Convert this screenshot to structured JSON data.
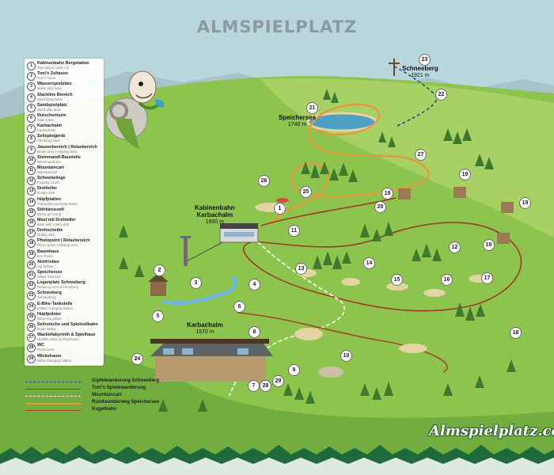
{
  "title": "ALMSPIELPLATZ",
  "brand": "Almspielplatz.com",
  "colors": {
    "sky": "#b9d6dc",
    "meadow": "#8cc44e",
    "meadow_light": "#a7d065",
    "meadow_dark": "#66a438",
    "forest": "#3f7a2c",
    "lake": "#4f9fc4",
    "trail_summit": "#2f4b86",
    "trail_toni": "#9c3a24",
    "trail_cart": "#ffffff",
    "trail_lake": "#e39a3b",
    "trail_ball": "#a6462b"
  },
  "legend": [
    {
      "n": "1",
      "name": "Kabinenbahn Bergstation",
      "sub": "Top station cable car"
    },
    {
      "n": "2",
      "name": "Toni's Zuhause",
      "sub": "Toni's home"
    },
    {
      "n": "3",
      "name": "Wasserspielplatz",
      "sub": "Water play area"
    },
    {
      "n": "4",
      "name": "Slackline Bereich",
      "sub": "Slacklining area"
    },
    {
      "n": "5",
      "name": "Sandspielplatz",
      "sub": "Sand play area"
    },
    {
      "n": "6",
      "name": "Rutschenturm",
      "sub": "Slide tower"
    },
    {
      "n": "7",
      "name": "Karbachalm",
      "sub": "Karbachalm"
    },
    {
      "n": "8",
      "name": "Seilspielgerät",
      "sub": "Climbing tower"
    },
    {
      "n": "9",
      "name": "Jausenbereich | Relaxbereich",
      "sub": "Break area | relaxing area"
    },
    {
      "n": "10",
      "name": "Steinmandl-Baustelle",
      "sub": "Steinmandl site"
    },
    {
      "n": "11",
      "name": "Mountaincart",
      "sub": "Mountaincart"
    },
    {
      "n": "12",
      "name": "Schwebeliege",
      "sub": "Floating couch"
    },
    {
      "n": "13",
      "name": "Drehteller",
      "sub": "Rotary disk"
    },
    {
      "n": "14",
      "name": "Hüpfplatten",
      "sub": "Trampoline jumping board"
    },
    {
      "n": "15",
      "name": "Stiirkarussell",
      "sub": "Merry-go-round"
    },
    {
      "n": "16",
      "name": "Mast mit Drehteller",
      "sub": "Mast with rotary disk"
    },
    {
      "n": "17",
      "name": "Drehscheibe",
      "sub": "Rotary disk"
    },
    {
      "n": "18",
      "name": "Photopoint | Relaxbereich",
      "sub": "Photo point | relaxing area"
    },
    {
      "n": "19",
      "name": "Baumhaus",
      "sub": "tree house"
    },
    {
      "n": "20",
      "name": "Almfrisbee",
      "sub": "Alp frisbee"
    },
    {
      "n": "21",
      "name": "Speichersee",
      "sub": "Water reservoir"
    },
    {
      "n": "22",
      "name": "Logenplatz Schneeberg",
      "sub": "Relaxing area Schneeberg"
    },
    {
      "n": "23",
      "name": "Schneeberg",
      "sub": "Schneeberg"
    },
    {
      "n": "24",
      "name": "E-Bike-Tankstelle",
      "sub": "E-Bike charging station"
    },
    {
      "n": "25",
      "name": "Hüpfpolster",
      "sub": "Bouncing pillow"
    },
    {
      "n": "26",
      "name": "Seilrutsche und Spielseilbahn",
      "sub": "Rope swing"
    },
    {
      "n": "27",
      "name": "Wackellabyrinth & Spielhaus",
      "sub": "Wobble maze & Playhouse"
    },
    {
      "n": "28",
      "name": "WC",
      "sub": "Restrooms"
    },
    {
      "n": "29",
      "name": "Wickelraum",
      "sub": "Baby changing station"
    }
  ],
  "places": [
    {
      "key": "schneeberg",
      "name": "Schneeberg",
      "elev": "1921 m"
    },
    {
      "key": "speichersee",
      "name": "Speichersee",
      "elev": "1740 m"
    },
    {
      "key": "bahn",
      "name": "Kabinenbahn Karbachalm",
      "name_line1": "Kabinenbahn",
      "name_line2": "Karbachalm",
      "elev": "1600 m"
    },
    {
      "key": "karbachalm",
      "name": "Karbachalm",
      "elev": "1570 m"
    }
  ],
  "markers": [
    "1",
    "2",
    "3",
    "4",
    "5",
    "6",
    "7",
    "8",
    "9",
    "10",
    "11",
    "12",
    "13",
    "14",
    "15",
    "16",
    "17",
    "18",
    "19",
    "19",
    "19",
    "19",
    "20",
    "21",
    "22",
    "23",
    "24",
    "25",
    "26",
    "27",
    "28",
    "29"
  ],
  "routes": [
    {
      "name": "Gipfelwanderung Schneeberg",
      "color": "#2f4b86",
      "style": "dashed"
    },
    {
      "name": "Toni's Spielewanderung",
      "color": "#9c3a24",
      "style": "solid"
    },
    {
      "name": "Mountaincart",
      "color": "#ffffff",
      "style": "dashed"
    },
    {
      "name": "Rundwanderweg Speichersee",
      "color": "#e39a3b",
      "style": "solid"
    },
    {
      "name": "Kugelbahn",
      "color": "#a6462b",
      "style": "solid"
    }
  ]
}
